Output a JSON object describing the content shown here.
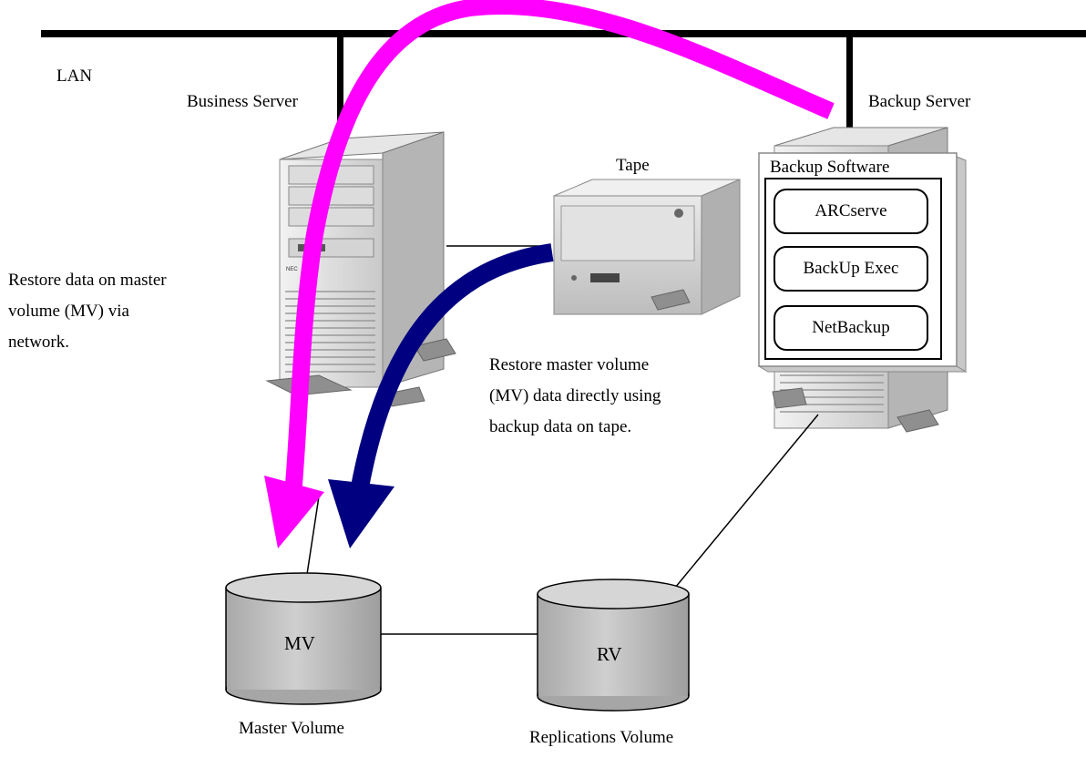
{
  "labels": {
    "lan": "LAN",
    "business_server": "Business Server",
    "backup_server": "Backup Server",
    "tape": "Tape",
    "backup_software_title": "Backup Software",
    "mv_text": "MV",
    "rv_text": "RV",
    "master_volume": "Master Volume",
    "replications_volume": "Replications Volume"
  },
  "backup_software_items": [
    "ARCserve",
    "BackUp Exec",
    "NetBackup"
  ],
  "notes": {
    "network_restore": [
      "Restore data on master",
      "volume (MV) via",
      "network."
    ],
    "tape_restore": [
      "Restore master volume",
      "(MV) data directly using",
      "backup data on tape."
    ]
  },
  "colors": {
    "network_arrow": "#FF00FF",
    "tape_arrow": "#000080",
    "disk_fill": "#BDBDBD",
    "line": "#000000"
  }
}
